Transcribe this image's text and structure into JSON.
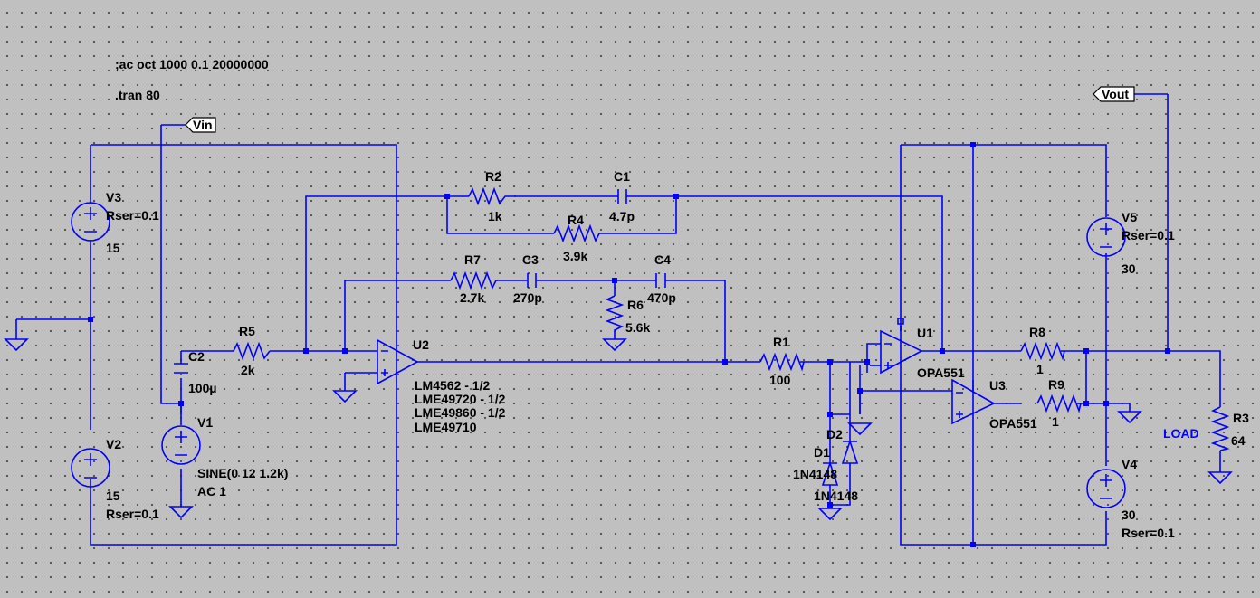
{
  "directives": [
    ";ac oct 1000 0.1 20000000",
    ".tran 80"
  ],
  "net_labels": {
    "vin": "Vin",
    "vout": "Vout",
    "load": "LOAD"
  },
  "sources": {
    "V3": {
      "name": "V3",
      "rser": "Rser=0.1",
      "value": "15"
    },
    "V2": {
      "name": "V2",
      "value": "15",
      "rser": "Rser=0.1"
    },
    "V1": {
      "name": "V1",
      "value": "SINE(0 12 1.2k)",
      "ac": "AC 1"
    },
    "V5": {
      "name": "V5",
      "rser": "Rser=0.1",
      "value": "30"
    },
    "V4": {
      "name": "V4",
      "value": "30",
      "rser": "Rser=0.1"
    }
  },
  "resistors": {
    "R1": {
      "name": "R1",
      "value": "100"
    },
    "R2": {
      "name": "R2",
      "value": "1k"
    },
    "R3": {
      "name": "R3",
      "value": "64"
    },
    "R4": {
      "name": "R4",
      "value": "3.9k"
    },
    "R5": {
      "name": "R5",
      "value": "2k"
    },
    "R6": {
      "name": "R6",
      "value": "5.6k"
    },
    "R7": {
      "name": "R7",
      "value": "2.7k"
    },
    "R8": {
      "name": "R8",
      "value": "1"
    },
    "R9": {
      "name": "R9",
      "value": "1"
    }
  },
  "capacitors": {
    "C1": {
      "name": "C1",
      "value": "4.7p"
    },
    "C2": {
      "name": "C2",
      "value": "100µ"
    },
    "C3": {
      "name": "C3",
      "value": "270p"
    },
    "C4": {
      "name": "C4",
      "value": "470p"
    }
  },
  "diodes": {
    "D1": {
      "name": "D1",
      "model": "1N4148"
    },
    "D2": {
      "name": "D2",
      "model": "1N4148"
    }
  },
  "opamps": {
    "U2": {
      "name": "U2",
      "models": [
        "LM4562 - 1/2",
        "LME49720 - 1/2",
        "LME49860 - 1/2",
        "LME49710"
      ]
    },
    "U1": {
      "name": "U1",
      "model": "OPA551"
    },
    "U3": {
      "name": "U3",
      "model": "OPA551"
    }
  }
}
